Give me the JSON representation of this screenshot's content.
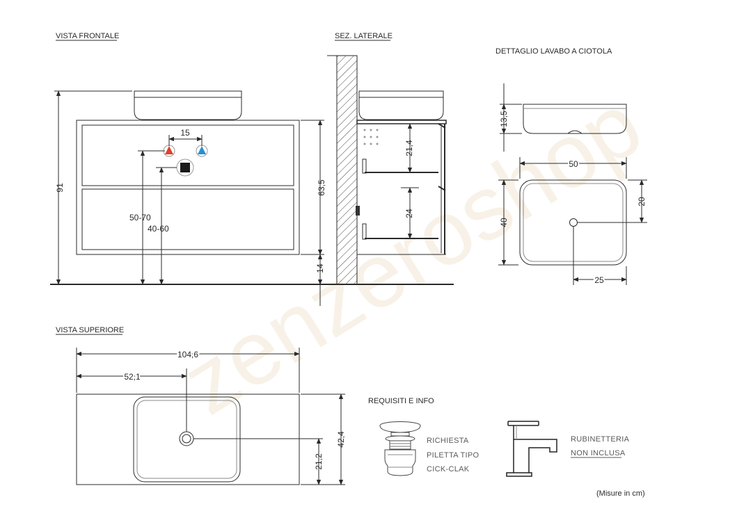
{
  "titles": {
    "front": "VISTA FRONTALE",
    "side": "SEZ. LATERALE",
    "basin_detail": "DETTAGLIO LAVABO A CIOTOLA",
    "top": "VISTA SUPERIORE",
    "requirements": "REQUISITI E INFO"
  },
  "front_dims": {
    "total_height": "91",
    "tap_spacing": "15",
    "tap_height": "50-70",
    "drain_height": "40-60",
    "cabinet_height": "63,5",
    "floor_gap": "14"
  },
  "side_dims": {
    "upper_drawer": "21,4",
    "lower_drawer": "24"
  },
  "basin_dims": {
    "height": "13,5",
    "width": "50",
    "depth": "40",
    "drain_to_edge_y": "20",
    "drain_to_edge_x": "25"
  },
  "top_dims": {
    "total_width": "104,6",
    "drain_from_left": "52,1",
    "total_depth": "42,4",
    "drain_from_front": "21,2"
  },
  "info": {
    "drain_line1": "RICHIESTA",
    "drain_line2": "PILETTA TIPO",
    "drain_line3": "CICK-CLAK",
    "tap_line1": "RUBINETTERIA",
    "tap_line2": "NON INCLUSA"
  },
  "units_note": "(Misure in cm)",
  "watermark": "zenzeroshop",
  "colors": {
    "line": "#2a2a2a",
    "hot_tap": "#e0412b",
    "cold_tap": "#2a8fd4",
    "watermark": "#f3e6d4"
  }
}
